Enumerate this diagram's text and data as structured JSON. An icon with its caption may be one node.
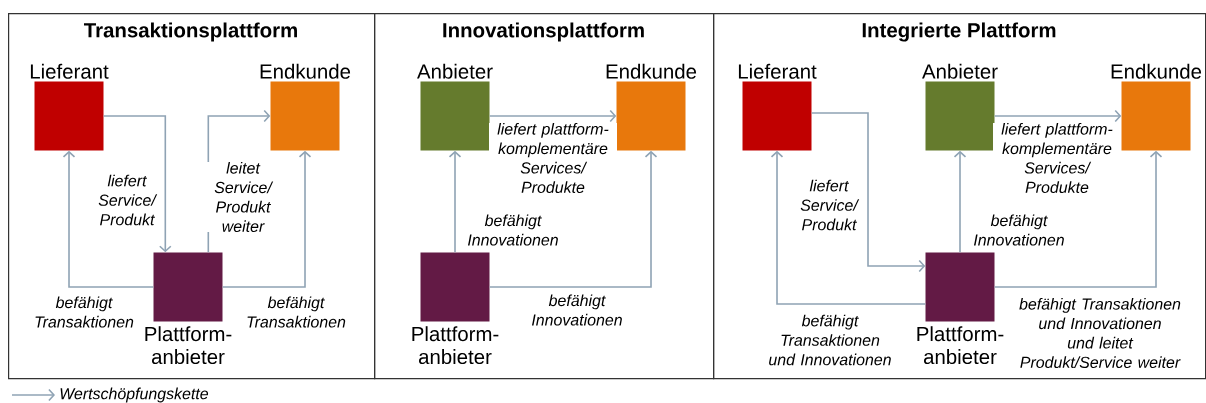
{
  "diagram": {
    "nodes": [
      {
        "text": [
          "Transaktionsplattform"
        ]
      },
      {
        "text": [
          "Lieferant"
        ],
        "in": 0
      },
      {
        "text": [
          "Endkunde"
        ],
        "in": 0
      },
      {
        "text": [
          "Plattform- anbieter"
        ],
        "in": 0
      },
      {
        "text": [
          "Innovationsplattform"
        ]
      },
      {
        "text": [
          "Anbieter"
        ],
        "in": 4
      },
      {
        "text": [
          "Endkunde"
        ],
        "in": 4
      },
      {
        "text": [
          "Plattform- anbieter"
        ],
        "in": 4
      },
      {
        "text": [
          "Integrierte Plattform"
        ]
      },
      {
        "text": [
          "Lieferant"
        ],
        "in": 8
      },
      {
        "text": [
          "Anbieter"
        ],
        "in": 8
      },
      {
        "text": [
          "Endkunde"
        ],
        "in": 8
      },
      {
        "text": [
          "Plattform- anbieter"
        ],
        "in": 8
      }
    ],
    "edges": [
      {
        "from": 1,
        "to": 3,
        "arrow": "to",
        "label": "liefert Service/ Produkt"
      },
      {
        "from": 3,
        "to": 2,
        "arrow": "to",
        "label": "leitet Service/ Produkt weiter"
      },
      {
        "from": 3,
        "to": 1,
        "arrow": "to",
        "label": "befähigt Transaktionen"
      },
      {
        "from": 3,
        "to": 2,
        "arrow": "to",
        "label": "befähigt Transaktionen"
      },
      {
        "from": 5,
        "to": 6,
        "arrow": "to",
        "label": "liefert plattform- komplementäre Services/ Produkte"
      },
      {
        "from": 7,
        "to": 5,
        "arrow": "to",
        "label": "befähigt Innovationen"
      },
      {
        "from": 7,
        "to": 6,
        "arrow": "to",
        "label": "befähigt Innovationen"
      },
      {
        "from": 9,
        "to": 12,
        "arrow": "to",
        "label": "liefert Service/ Produkt"
      },
      {
        "from": 10,
        "to": 11,
        "arrow": "to",
        "label": "liefert plattform- komplementäre Services/ Produkte"
      },
      {
        "from": 12,
        "to": 10,
        "arrow": "to",
        "label": "befähigt Innovationen"
      },
      {
        "from": 12,
        "to": 9,
        "arrow": "to",
        "label": "befähigt Transaktionen und Innovationen"
      },
      {
        "from": 12,
        "to": 11,
        "arrow": "to",
        "label": "befähigt Transaktionen und Innovationen und leitet Produkt/Service weiter"
      }
    ],
    "legend": [
      {
        "text": "Wertschöpfungskette"
      }
    ]
  }
}
